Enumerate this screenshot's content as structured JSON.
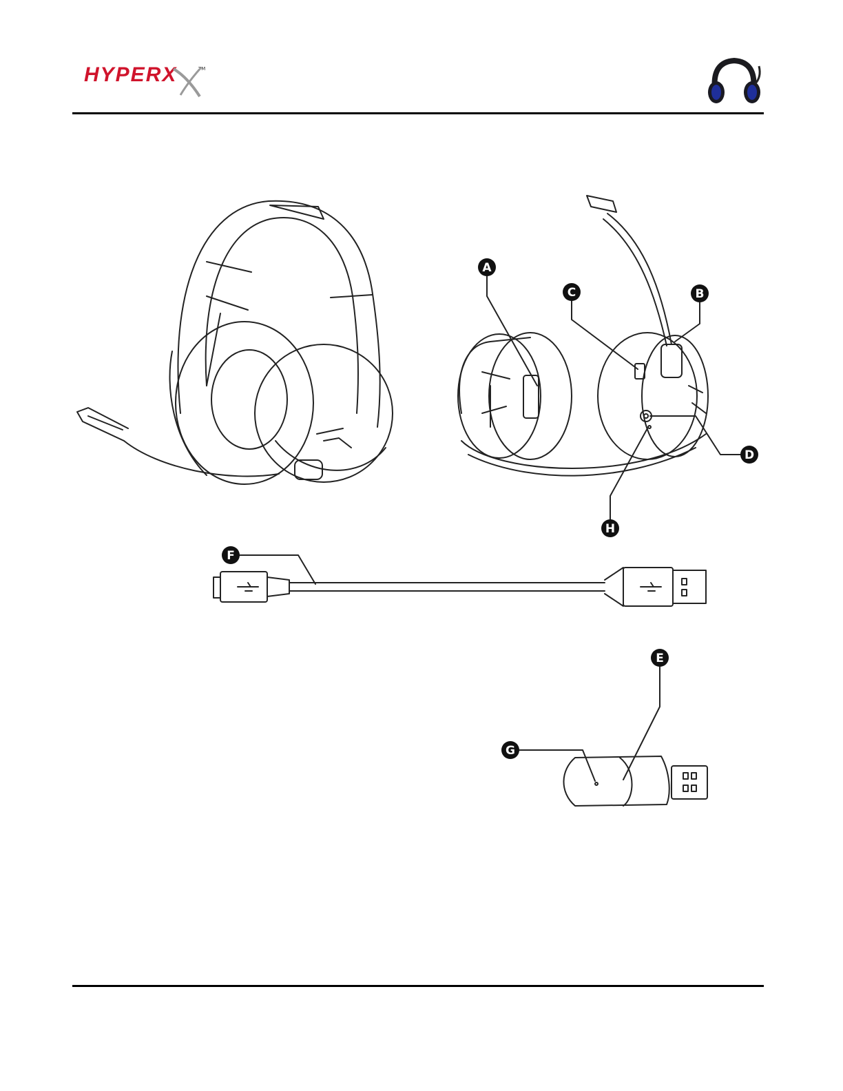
{
  "header": {
    "logo_text": "HYPERX",
    "logo_tm": "TM",
    "thumbnail_icon": "headset-thumbnail-icon",
    "accent_color": "#d0142c"
  },
  "callouts": {
    "A": "A",
    "B": "B",
    "C": "C",
    "D": "D",
    "E": "E",
    "F": "F",
    "G": "G",
    "H": "H"
  },
  "illustrations": [
    "headset-front-icon",
    "headset-ear-cups-icon",
    "usb-charging-cable-icon",
    "usb-wireless-adapter-icon"
  ]
}
